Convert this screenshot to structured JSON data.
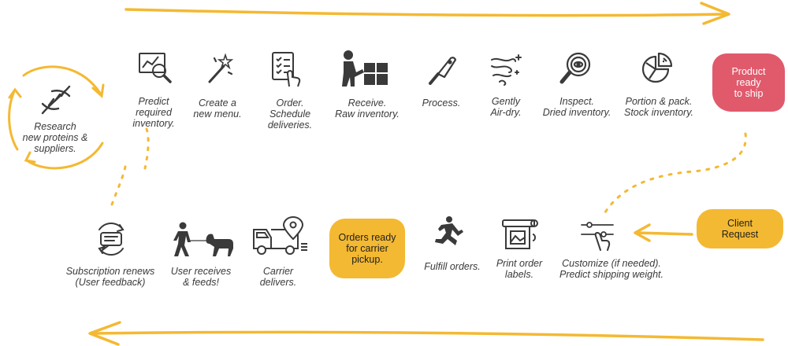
{
  "colors": {
    "accent": "#f4b932",
    "highlight": "#e05a6c",
    "icon": "#3a3a3a",
    "text": "#3a3a3a"
  },
  "steps": {
    "research": {
      "label": "Research\nnew proteins &\nsuppliers.",
      "icon": "dna-icon"
    },
    "predict": {
      "label": "Predict\nrequired\ninventory.",
      "icon": "analytics-magnifier-icon"
    },
    "menu": {
      "label": "Create a\nnew menu.",
      "icon": "magic-wand-icon"
    },
    "order": {
      "label": "Order.\nSchedule\ndeliveries.",
      "icon": "checklist-hand-icon"
    },
    "receive": {
      "label": "Receive.\nRaw inventory.",
      "icon": "worker-boxes-icon"
    },
    "process": {
      "label": "Process.",
      "icon": "cleaver-icon"
    },
    "airdry": {
      "label": "Gently\nAir-dry.",
      "icon": "air-dry-icon"
    },
    "inspect": {
      "label": "Inspect.\nDried inventory.",
      "icon": "inspect-magnifier-icon"
    },
    "portion": {
      "label": "Portion & pack.\nStock inventory.",
      "icon": "pie-chart-icon"
    },
    "ready": {
      "label": "Product\nready\nto ship"
    },
    "client": {
      "label": "Client\nRequest"
    },
    "customize": {
      "label": "Customize (if needed).\nPredict shipping weight.",
      "icon": "touch-slider-icon"
    },
    "print": {
      "label": "Print order\nlabels.",
      "icon": "label-printer-icon"
    },
    "fulfill": {
      "label": "Fulfill orders.",
      "icon": "running-person-icon"
    },
    "pickup": {
      "label": "Orders ready\nfor carrier\npickup."
    },
    "carrier": {
      "label": "Carrier\ndelivers.",
      "icon": "delivery-truck-icon"
    },
    "receives": {
      "label": "User receives\n& feeds!",
      "icon": "person-walking-dog-icon"
    },
    "renews": {
      "label": "Subscription renews\n(User feedback)",
      "icon": "feedback-cycle-icon"
    }
  }
}
